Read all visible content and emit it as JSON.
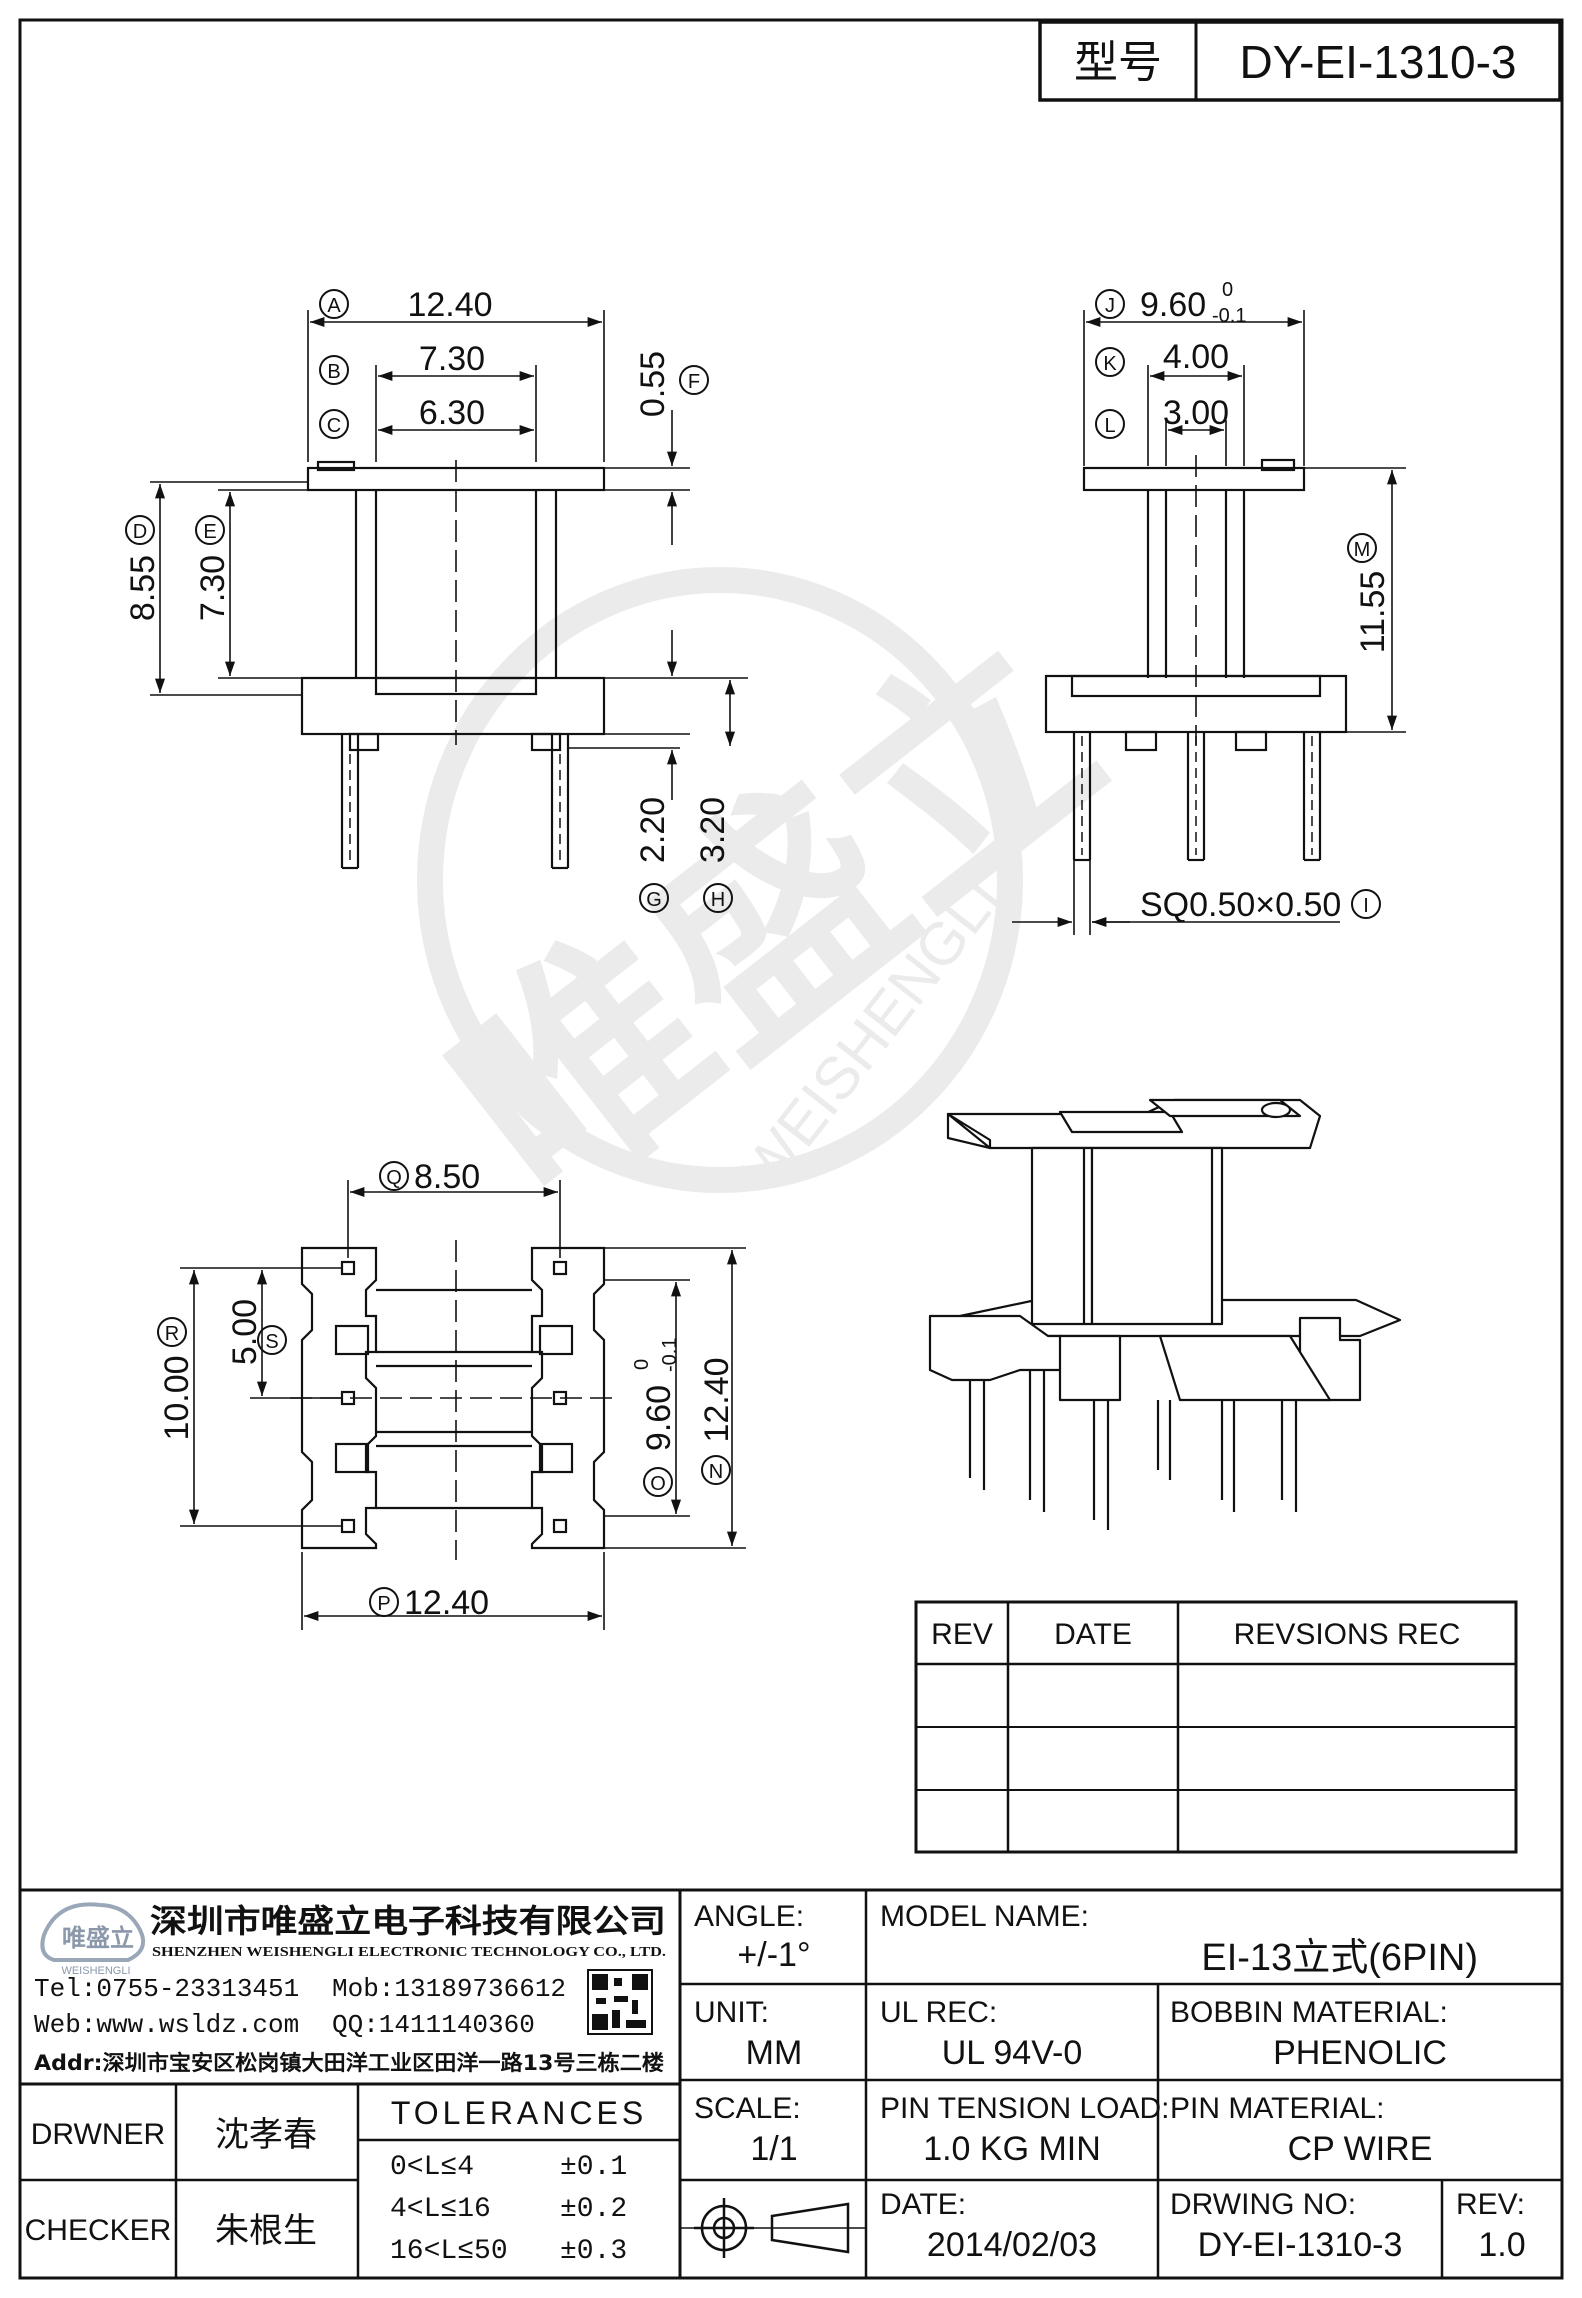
{
  "header": {
    "model_label": "型号",
    "model_value": "DY-EI-1310-3"
  },
  "dims": {
    "A": {
      "tag": "A",
      "value": "12.40"
    },
    "B": {
      "tag": "B",
      "value": "7.30"
    },
    "C": {
      "tag": "C",
      "value": "6.30"
    },
    "D": {
      "tag": "D",
      "value": "8.55"
    },
    "E": {
      "tag": "E",
      "value": "7.30"
    },
    "F": {
      "tag": "F",
      "value": "0.55"
    },
    "G": {
      "tag": "G",
      "value": "2.20"
    },
    "H": {
      "tag": "H",
      "value": "3.20"
    },
    "I": {
      "tag": "I",
      "value": "SQ0.50×0.50"
    },
    "J": {
      "tag": "J",
      "value": "9.60",
      "tol_upper": "0",
      "tol_lower": "-0.1"
    },
    "K": {
      "tag": "K",
      "value": "4.00"
    },
    "L": {
      "tag": "L",
      "value": "3.00"
    },
    "M": {
      "tag": "M",
      "value": "11.55"
    },
    "N": {
      "tag": "N",
      "value": "12.40"
    },
    "O": {
      "tag": "O",
      "value": "9.60",
      "tol_upper": "0",
      "tol_lower": "-0.1"
    },
    "P": {
      "tag": "P",
      "value": "12.40"
    },
    "Q": {
      "tag": "Q",
      "value": "8.50"
    },
    "R": {
      "tag": "R",
      "value": "10.00"
    },
    "S": {
      "tag": "S",
      "value": "5.00"
    }
  },
  "watermark": {
    "cn": "唯盛立",
    "en": "WEISHENGLI"
  },
  "revisions": {
    "headers": [
      "REV",
      "DATE",
      "REVSIONS REC"
    ],
    "rows": [
      [
        "",
        "",
        ""
      ],
      [
        "",
        "",
        ""
      ],
      [
        "",
        "",
        ""
      ]
    ]
  },
  "company": {
    "logo_cn": "唯盛立",
    "logo_en": "WEISHENGLI",
    "name_cn": "深圳市唯盛立电子科技有限公司",
    "name_en": "SHENZHEN WEISHENGLI ELECTRONIC TECHNOLOGY CO., LTD.",
    "tel": "Tel:0755-23313451",
    "mob": "Mob:13189736612",
    "web": "Web:www.wsldz.com",
    "qq": "QQ:1411140360",
    "addr": "Addr:深圳市宝安区松岗镇大田洋工业区田洋一路13号三栋二楼"
  },
  "people": {
    "drawer_label": "DRWNER",
    "drawer_name": "沈孝春",
    "checker_label": "CHECKER",
    "checker_name": "朱根生"
  },
  "tolerances": {
    "title": "TOLERANCES",
    "rows": [
      {
        "range": "0<L≤4",
        "tol": "±0.1"
      },
      {
        "range": "4<L≤16",
        "tol": "±0.2"
      },
      {
        "range": "16<L≤50",
        "tol": "±0.3"
      }
    ]
  },
  "spec": {
    "angle_label": "ANGLE:",
    "angle_value": "+/-1°",
    "unit_label": "UNIT:",
    "unit_value": "MM",
    "scale_label": "SCALE:",
    "scale_value": "1/1",
    "model_name_label": "MODEL NAME:",
    "model_name_value": "EI-13立式(6PIN)",
    "ul_label": "UL REC:",
    "ul_value": "UL 94V-0",
    "bobbin_label": "BOBBIN MATERIAL:",
    "bobbin_value": "PHENOLIC",
    "tension_label": "PIN TENSION LOAD:",
    "tension_value": "1.0 KG MIN",
    "pin_mat_label": "PIN MATERIAL:",
    "pin_mat_value": "CP WIRE",
    "date_label": "DATE:",
    "date_value": "2014/02/03",
    "dwg_label": "DRWING NO:",
    "dwg_value": "DY-EI-1310-3",
    "rev_label": "REV:",
    "rev_value": "1.0"
  }
}
